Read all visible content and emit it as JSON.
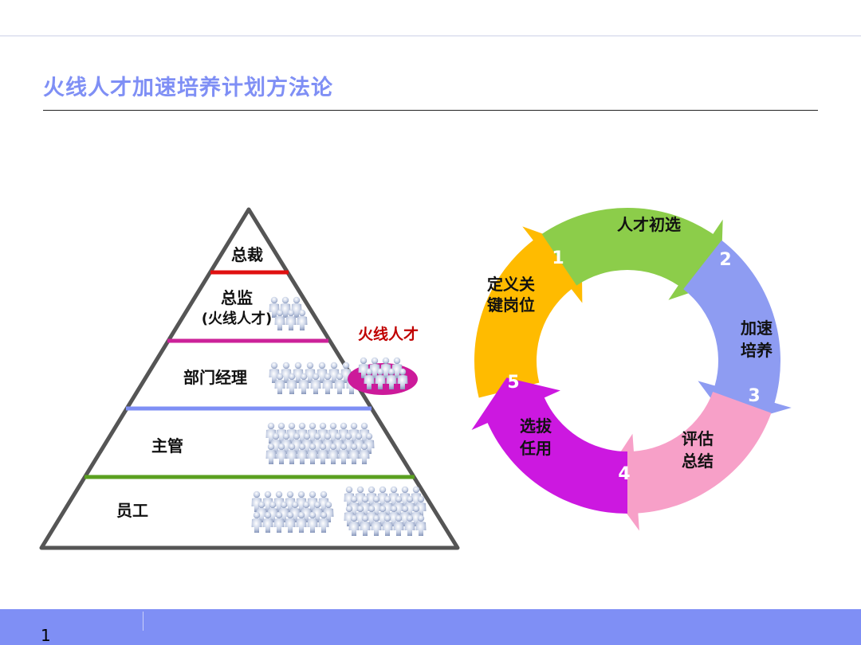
{
  "title": "火线人才加速培养计划方法论",
  "page_number": "1",
  "colors": {
    "title": "#7f8ff5",
    "footer": "#7f8ff5",
    "callout_text": "#c00000",
    "callout_ellipse": "#cc1a9a",
    "divider_1": "#e01010",
    "divider_2": "#cc2299",
    "divider_3": "#7f8ff5",
    "divider_4": "#5aa020",
    "arrow_1": "#ffbb00",
    "arrow_2": "#8ccd4a",
    "arrow_3": "#8e9cf2",
    "arrow_4": "#f7a0c8",
    "arrow_5": "#cc18e0"
  },
  "pyramid": {
    "levels": [
      {
        "label": "总裁"
      },
      {
        "label": "总监",
        "sub": "(火线人才)"
      },
      {
        "label": "部门经理"
      },
      {
        "label": "主管"
      },
      {
        "label": "员工"
      }
    ],
    "callout": "火线人才",
    "people_icon": "person-group-icon"
  },
  "cycle": {
    "steps": [
      {
        "num": "1",
        "text": [
          "定义关",
          "键岗位"
        ]
      },
      {
        "num": "2",
        "text": [
          "人才初选"
        ]
      },
      {
        "num": "3",
        "text": [
          "加速",
          "培养"
        ]
      },
      {
        "num": "4",
        "text": [
          "评估",
          "总结"
        ]
      },
      {
        "num": "5",
        "text": [
          "选拔",
          "任用"
        ]
      }
    ]
  }
}
